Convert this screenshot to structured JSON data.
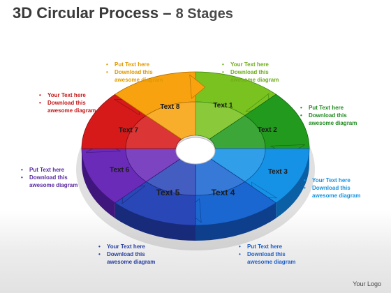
{
  "title": {
    "main": "3D Circular Process",
    "dash": "–",
    "sub": "8 Stages"
  },
  "segments": [
    {
      "label": "Text 1",
      "color": "#7ac21f",
      "shade": "#3d8a12"
    },
    {
      "label": "Text 2",
      "color": "#229a1e",
      "shade": "#13650f"
    },
    {
      "label": "Text 3",
      "color": "#1591e6",
      "shade": "#0a5fa5"
    },
    {
      "label": "Text 4",
      "color": "#1b67d1",
      "shade": "#0d3f8c"
    },
    {
      "label": "Text 5",
      "color": "#2a47b8",
      "shade": "#182a7a"
    },
    {
      "label": "Text 6",
      "color": "#6a2bb8",
      "shade": "#3f167c"
    },
    {
      "label": "Text 7",
      "color": "#d61a1a",
      "shade": "#8a0c0c"
    },
    {
      "label": "Text 8",
      "color": "#f7a20e",
      "shade": "#b26a05"
    }
  ],
  "callouts": [
    {
      "lines": [
        "Put Text  here",
        "Download this",
        "awesome diagram"
      ],
      "color": "#e09a00"
    },
    {
      "lines": [
        "Your Text here",
        "Download this",
        "awesome diagram"
      ],
      "color": "#6fae1a"
    },
    {
      "lines": [
        "Put Text here",
        "Download this",
        "awesome diagram"
      ],
      "color": "#1e8a1e"
    },
    {
      "lines": [
        "Your Text here",
        "Download this",
        "awesome diagram"
      ],
      "color": "#1592e0"
    },
    {
      "lines": [
        "Put Text here",
        "Download this",
        "awesome diagram"
      ],
      "color": "#1d5fc8"
    },
    {
      "lines": [
        "Your Text here",
        "Download this",
        "awesome diagram"
      ],
      "color": "#28409e"
    },
    {
      "lines": [
        "Put Text  here",
        "Download this",
        "awesome diagram"
      ],
      "color": "#5a2aa0"
    },
    {
      "lines": [
        "Your Text  here",
        "Download this",
        "awesome diagram"
      ],
      "color": "#c41818"
    }
  ],
  "logo": "Your Logo"
}
